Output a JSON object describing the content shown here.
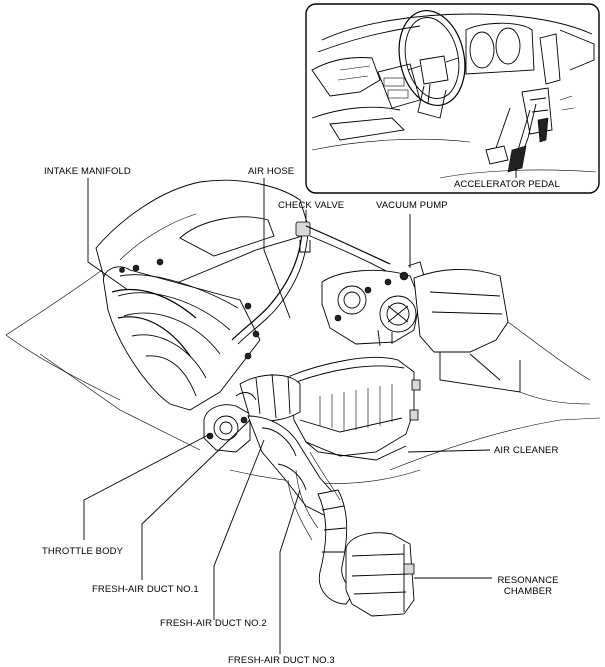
{
  "labels": {
    "intake_manifold": "INTAKE MANIFOLD",
    "air_hose": "AIR HOSE",
    "check_valve": "CHECK VALVE",
    "vacuum_pump": "VACUUM PUMP",
    "accelerator_pedal": "ACCELERATOR PEDAL",
    "air_cleaner": "AIR CLEANER",
    "throttle_body": "THROTTLE BODY",
    "fresh_air_duct_1": "FRESH-AIR DUCT NO.1",
    "fresh_air_duct_2": "FRESH-AIR DUCT NO.2",
    "fresh_air_duct_3": "FRESH-AIR DUCT NO.3",
    "resonance_chamber_line1": "RESONANCE",
    "resonance_chamber_line2": "CHAMBER"
  }
}
